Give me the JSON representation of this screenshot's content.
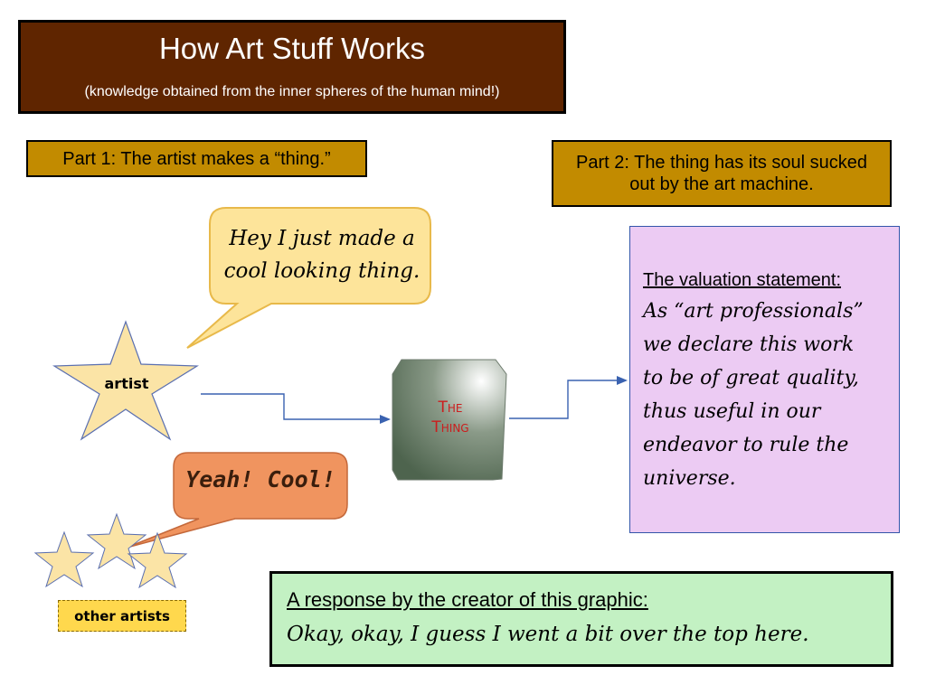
{
  "title": {
    "main": "How Art Stuff Works",
    "subtitle": "(knowledge obtained from the inner spheres of the human mind!)"
  },
  "part1": {
    "label": "Part 1: The artist makes a “thing.”"
  },
  "part2": {
    "label": "Part 2: The thing has its soul sucked out by the art machine."
  },
  "artist_bubble": {
    "line1": "Hey I just made a",
    "line2": "cool looking thing."
  },
  "artist": {
    "label": "artist"
  },
  "others_bubble": {
    "text": "Yeah! Cool!"
  },
  "other_artists": {
    "label": "other artists"
  },
  "thing": {
    "line1": "The",
    "line2": "Thing"
  },
  "valuation": {
    "heading": "The valuation statement:",
    "lines": [
      "As “art professionals”",
      "we declare this work",
      "to be of great quality,",
      "thus useful in our",
      "endeavor to rule the",
      "universe."
    ]
  },
  "response": {
    "heading": "A response by the creator of this graphic:",
    "body": "Okay, okay, I guess I went a bit over the top here."
  },
  "colors": {
    "title_bg": "#5f2500",
    "part_bg": "#c28b00",
    "star_fill": "#fbe4a6",
    "star_stroke": "#5a6fb0",
    "bubble1_fill": "#fde49a",
    "bubble2_fill": "#f0945f",
    "valuation_bg": "#eccbf3",
    "response_bg": "#c3f1c3",
    "arrow": "#3a62b0",
    "thing_text": "#cc1d1d"
  }
}
